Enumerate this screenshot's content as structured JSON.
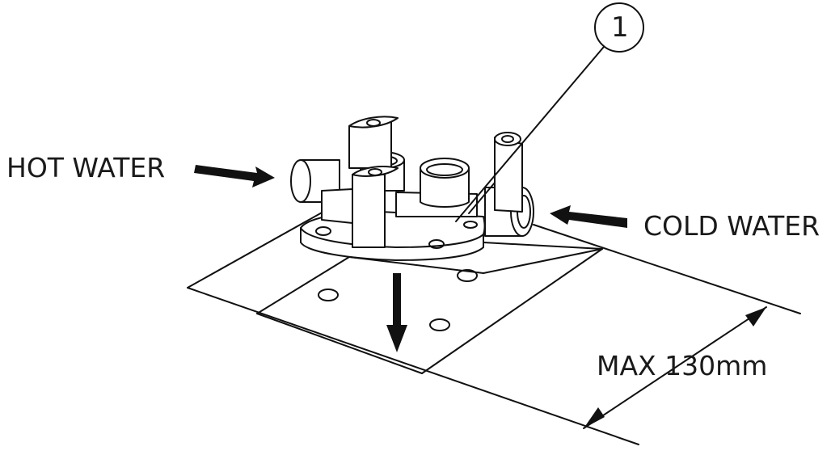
{
  "labels": {
    "hot_water": "HOT WATER",
    "cold_water": "COLD WATER",
    "max_dimension": "MAX 130mm",
    "callout_number": "1"
  },
  "colors": {
    "line": "#111111",
    "background": "#ffffff"
  }
}
